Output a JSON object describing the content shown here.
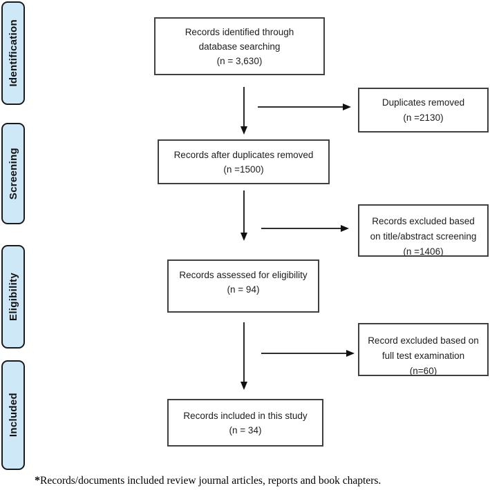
{
  "sidebar": {
    "stages": [
      {
        "label": "Identification"
      },
      {
        "label": "Screening"
      },
      {
        "label": "Eligibility"
      },
      {
        "label": "Included"
      }
    ],
    "fill_color": "#cfe8f7",
    "border_color": "#1a1a1a"
  },
  "flow": {
    "main_boxes": [
      {
        "lines": [
          "Records identified through",
          "database searching",
          "(n = 3,630)"
        ]
      },
      {
        "lines": [
          "Records after duplicates removed",
          "(n =1500)"
        ]
      },
      {
        "lines": [
          "Records assessed for eligibility",
          "(n = 94)"
        ]
      },
      {
        "lines": [
          "Records included in this study",
          "(n = 34)"
        ]
      }
    ],
    "side_boxes": [
      {
        "lines": [
          "Duplicates removed",
          "(n =2130)"
        ]
      },
      {
        "lines": [
          "Records excluded based",
          "on title/abstract screening",
          "(n =1406)"
        ]
      },
      {
        "lines": [
          "Record excluded based on",
          "full test examination",
          "(n=60)"
        ]
      }
    ],
    "arrow_color": "#111111"
  },
  "footnote": {
    "star": "*",
    "text": "Records/documents included review journal articles, reports and book chapters."
  }
}
